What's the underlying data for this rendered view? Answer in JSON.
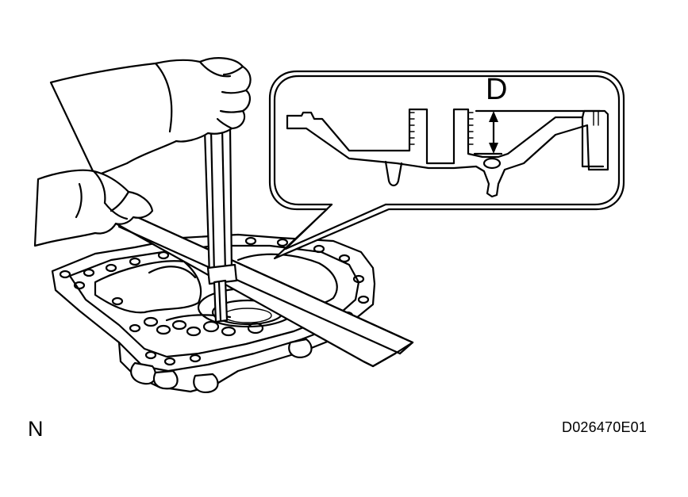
{
  "diagram": {
    "callout_label": "D",
    "view_label": "N",
    "figure_code": "D026470E01",
    "ink_color": "#000000",
    "background_color": "#ffffff"
  }
}
